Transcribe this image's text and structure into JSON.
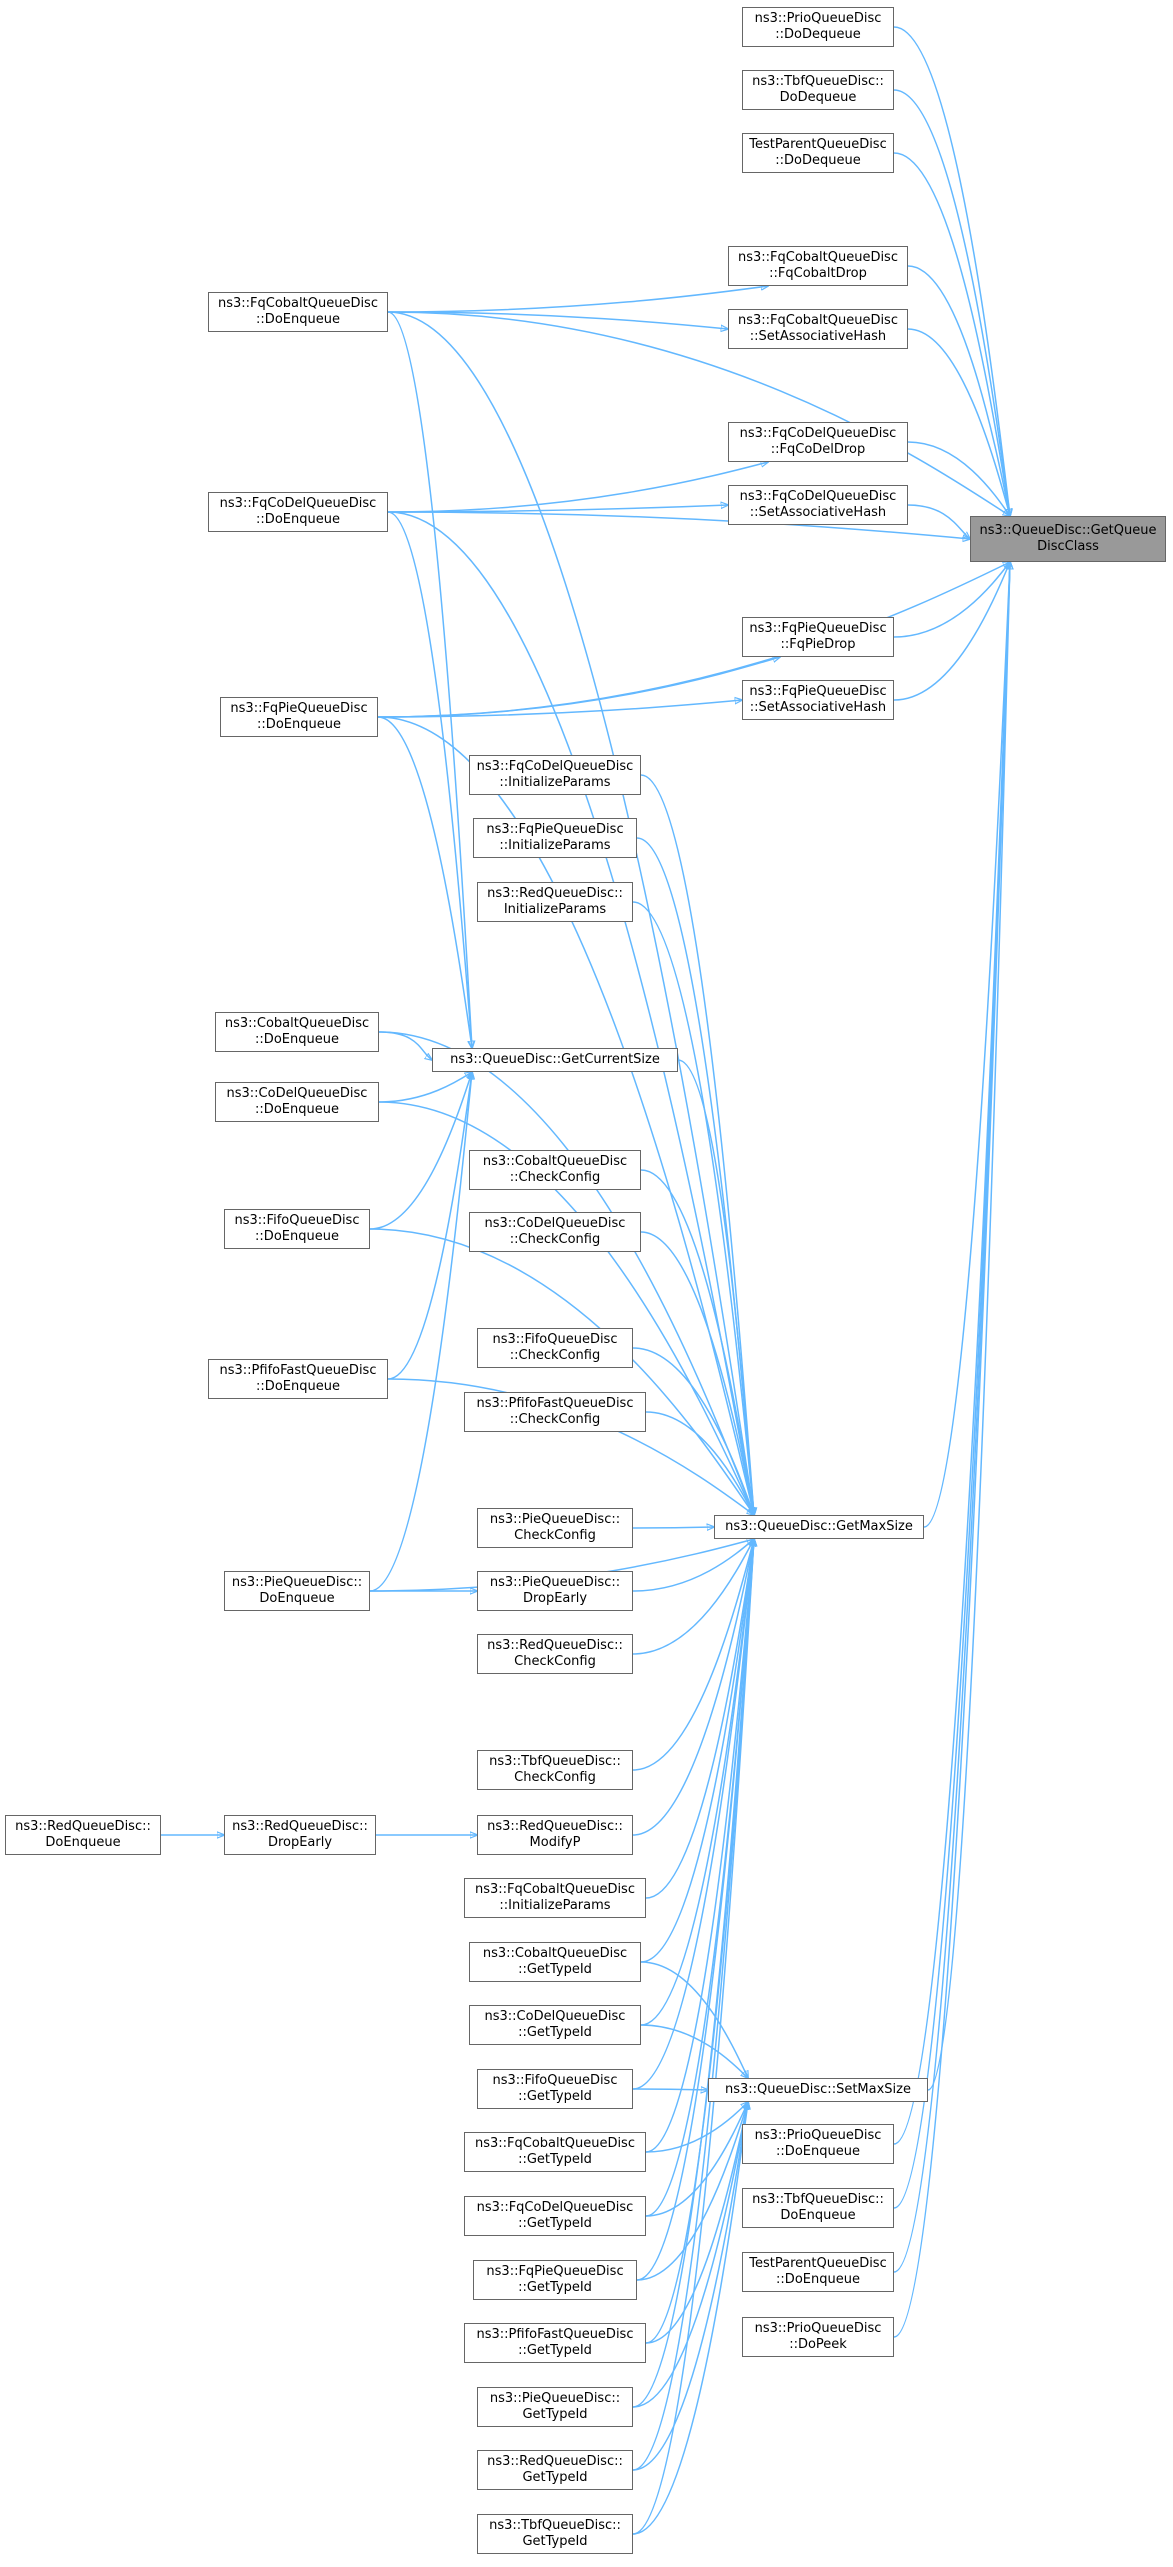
{
  "graph": {
    "edge_color": "#63b8ff",
    "node_border_color": "#666666",
    "root_fill_color": "#999999",
    "nodes": {
      "getqueuediscclass": {
        "lines": [
          "ns3::QueueDisc::GetQueue",
          "DiscClass"
        ],
        "root": true
      },
      "prio-dodequeue": {
        "lines": [
          "ns3::PrioQueueDisc",
          "::DoDequeue"
        ]
      },
      "tbf-dodequeue": {
        "lines": [
          "ns3::TbfQueueDisc::",
          "DoDequeue"
        ]
      },
      "testparent-dodequeue": {
        "lines": [
          "TestParentQueueDisc",
          "::DoDequeue"
        ]
      },
      "fqcobalt-fqcobaltdrop": {
        "lines": [
          "ns3::FqCobaltQueueDisc",
          "::FqCobaltDrop"
        ]
      },
      "fqcobalt-setassociativehash": {
        "lines": [
          "ns3::FqCobaltQueueDisc",
          "::SetAssociativeHash"
        ]
      },
      "fqcodel-fqcodeldrop": {
        "lines": [
          "ns3::FqCoDelQueueDisc",
          "::FqCoDelDrop"
        ]
      },
      "fqcodel-setassociativehash": {
        "lines": [
          "ns3::FqCoDelQueueDisc",
          "::SetAssociativeHash"
        ]
      },
      "fqpie-fqpiedrop": {
        "lines": [
          "ns3::FqPieQueueDisc",
          "::FqPieDrop"
        ]
      },
      "fqpie-setassociativehash": {
        "lines": [
          "ns3::FqPieQueueDisc",
          "::SetAssociativeHash"
        ]
      },
      "fqcobalt-doenqueue": {
        "lines": [
          "ns3::FqCobaltQueueDisc",
          "::DoEnqueue"
        ]
      },
      "fqcodel-doenqueue": {
        "lines": [
          "ns3::FqCoDelQueueDisc",
          "::DoEnqueue"
        ]
      },
      "fqpie-doenqueue": {
        "lines": [
          "ns3::FqPieQueueDisc",
          "::DoEnqueue"
        ]
      },
      "fqcodel-initializeparams": {
        "lines": [
          "ns3::FqCoDelQueueDisc",
          "::InitializeParams"
        ]
      },
      "fqpie-initializeparams": {
        "lines": [
          "ns3::FqPieQueueDisc",
          "::InitializeParams"
        ]
      },
      "red-initializeparams": {
        "lines": [
          "ns3::RedQueueDisc::",
          "InitializeParams"
        ]
      },
      "getcurrentsize": {
        "lines": [
          "ns3::QueueDisc::GetCurrentSize"
        ]
      },
      "cobalt-doenqueue": {
        "lines": [
          "ns3::CobaltQueueDisc",
          "::DoEnqueue"
        ]
      },
      "codel-doenqueue": {
        "lines": [
          "ns3::CoDelQueueDisc",
          "::DoEnqueue"
        ]
      },
      "fifo-doenqueue": {
        "lines": [
          "ns3::FifoQueueDisc",
          "::DoEnqueue"
        ]
      },
      "pfifofast-doenqueue": {
        "lines": [
          "ns3::PfifoFastQueueDisc",
          "::DoEnqueue"
        ]
      },
      "pie-doenqueue": {
        "lines": [
          "ns3::PieQueueDisc::",
          "DoEnqueue"
        ]
      },
      "cobalt-checkconfig": {
        "lines": [
          "ns3::CobaltQueueDisc",
          "::CheckConfig"
        ]
      },
      "codel-checkconfig": {
        "lines": [
          "ns3::CoDelQueueDisc",
          "::CheckConfig"
        ]
      },
      "fifo-checkconfig": {
        "lines": [
          "ns3::FifoQueueDisc",
          "::CheckConfig"
        ]
      },
      "pfifofast-checkconfig": {
        "lines": [
          "ns3::PfifoFastQueueDisc",
          "::CheckConfig"
        ]
      },
      "pie-checkconfig": {
        "lines": [
          "ns3::PieQueueDisc::",
          "CheckConfig"
        ]
      },
      "getmaxsize": {
        "lines": [
          "ns3::QueueDisc::GetMaxSize"
        ]
      },
      "pie-dropearly": {
        "lines": [
          "ns3::PieQueueDisc::",
          "DropEarly"
        ]
      },
      "red-checkconfig": {
        "lines": [
          "ns3::RedQueueDisc::",
          "CheckConfig"
        ]
      },
      "tbf-checkconfig": {
        "lines": [
          "ns3::TbfQueueDisc::",
          "CheckConfig"
        ]
      },
      "red-doenqueue": {
        "lines": [
          "ns3::RedQueueDisc::",
          "DoEnqueue"
        ]
      },
      "red-dropearly": {
        "lines": [
          "ns3::RedQueueDisc::",
          "DropEarly"
        ]
      },
      "red-modifyp": {
        "lines": [
          "ns3::RedQueueDisc::",
          "ModifyP"
        ]
      },
      "fqcobalt-initializeparams": {
        "lines": [
          "ns3::FqCobaltQueueDisc",
          "::InitializeParams"
        ]
      },
      "cobalt-gettypeid": {
        "lines": [
          "ns3::CobaltQueueDisc",
          "::GetTypeId"
        ]
      },
      "codel-gettypeid": {
        "lines": [
          "ns3::CoDelQueueDisc",
          "::GetTypeId"
        ]
      },
      "fifo-gettypeid": {
        "lines": [
          "ns3::FifoQueueDisc",
          "::GetTypeId"
        ]
      },
      "setmaxsize": {
        "lines": [
          "ns3::QueueDisc::SetMaxSize"
        ]
      },
      "fqcobalt-gettypeid": {
        "lines": [
          "ns3::FqCobaltQueueDisc",
          "::GetTypeId"
        ]
      },
      "fqcodel-gettypeid": {
        "lines": [
          "ns3::FqCoDelQueueDisc",
          "::GetTypeId"
        ]
      },
      "fqpie-gettypeid": {
        "lines": [
          "ns3::FqPieQueueDisc",
          "::GetTypeId"
        ]
      },
      "pfifofast-gettypeid": {
        "lines": [
          "ns3::PfifoFastQueueDisc",
          "::GetTypeId"
        ]
      },
      "pie-gettypeid": {
        "lines": [
          "ns3::PieQueueDisc::",
          "GetTypeId"
        ]
      },
      "red-gettypeid": {
        "lines": [
          "ns3::RedQueueDisc::",
          "GetTypeId"
        ]
      },
      "tbf-gettypeid": {
        "lines": [
          "ns3::TbfQueueDisc::",
          "GetTypeId"
        ]
      },
      "prio-doenqueue": {
        "lines": [
          "ns3::PrioQueueDisc",
          "::DoEnqueue"
        ]
      },
      "tbf-doenqueue": {
        "lines": [
          "ns3::TbfQueueDisc::",
          "DoEnqueue"
        ]
      },
      "testparent-doenqueue": {
        "lines": [
          "TestParentQueueDisc",
          "::DoEnqueue"
        ]
      },
      "prio-dopeek": {
        "lines": [
          "ns3::PrioQueueDisc",
          "::DoPeek"
        ]
      }
    },
    "edges": [
      [
        "prio-dodequeue",
        "getqueuediscclass"
      ],
      [
        "tbf-dodequeue",
        "getqueuediscclass"
      ],
      [
        "testparent-dodequeue",
        "getqueuediscclass"
      ],
      [
        "fqcobalt-fqcobaltdrop",
        "getqueuediscclass"
      ],
      [
        "fqcobalt-setassociativehash",
        "getqueuediscclass"
      ],
      [
        "fqcodel-fqcodeldrop",
        "getqueuediscclass"
      ],
      [
        "fqcodel-setassociativehash",
        "getqueuediscclass"
      ],
      [
        "fqpie-fqpiedrop",
        "getqueuediscclass"
      ],
      [
        "fqpie-setassociativehash",
        "getqueuediscclass"
      ],
      [
        "fqcobalt-doenqueue",
        "getqueuediscclass"
      ],
      [
        "fqcodel-doenqueue",
        "getqueuediscclass"
      ],
      [
        "fqpie-doenqueue",
        "getqueuediscclass"
      ],
      [
        "getmaxsize",
        "getqueuediscclass"
      ],
      [
        "setmaxsize",
        "getqueuediscclass"
      ],
      [
        "prio-doenqueue",
        "getqueuediscclass"
      ],
      [
        "tbf-doenqueue",
        "getqueuediscclass"
      ],
      [
        "testparent-doenqueue",
        "getqueuediscclass"
      ],
      [
        "prio-dopeek",
        "getqueuediscclass"
      ],
      [
        "fqcobalt-doenqueue",
        "fqcobalt-fqcobaltdrop"
      ],
      [
        "fqcobalt-doenqueue",
        "fqcobalt-setassociativehash"
      ],
      [
        "fqcodel-doenqueue",
        "fqcodel-fqcodeldrop"
      ],
      [
        "fqcodel-doenqueue",
        "fqcodel-setassociativehash"
      ],
      [
        "fqpie-doenqueue",
        "fqpie-fqpiedrop"
      ],
      [
        "fqpie-doenqueue",
        "fqpie-setassociativehash"
      ],
      [
        "fqcobalt-doenqueue",
        "getcurrentsize"
      ],
      [
        "fqcodel-doenqueue",
        "getcurrentsize"
      ],
      [
        "fqpie-doenqueue",
        "getcurrentsize"
      ],
      [
        "cobalt-doenqueue",
        "getcurrentsize"
      ],
      [
        "codel-doenqueue",
        "getcurrentsize"
      ],
      [
        "fifo-doenqueue",
        "getcurrentsize"
      ],
      [
        "pfifofast-doenqueue",
        "getcurrentsize"
      ],
      [
        "pie-doenqueue",
        "getcurrentsize"
      ],
      [
        "fqcobalt-doenqueue",
        "getmaxsize"
      ],
      [
        "fqcodel-doenqueue",
        "getmaxsize"
      ],
      [
        "fqpie-doenqueue",
        "getmaxsize"
      ],
      [
        "fqcodel-initializeparams",
        "getmaxsize"
      ],
      [
        "fqpie-initializeparams",
        "getmaxsize"
      ],
      [
        "red-initializeparams",
        "getmaxsize"
      ],
      [
        "getcurrentsize",
        "getmaxsize"
      ],
      [
        "cobalt-doenqueue",
        "getmaxsize"
      ],
      [
        "codel-doenqueue",
        "getmaxsize"
      ],
      [
        "fifo-doenqueue",
        "getmaxsize"
      ],
      [
        "pfifofast-doenqueue",
        "getmaxsize"
      ],
      [
        "pie-doenqueue",
        "getmaxsize"
      ],
      [
        "cobalt-checkconfig",
        "getmaxsize"
      ],
      [
        "codel-checkconfig",
        "getmaxsize"
      ],
      [
        "fifo-checkconfig",
        "getmaxsize"
      ],
      [
        "pfifofast-checkconfig",
        "getmaxsize"
      ],
      [
        "pie-checkconfig",
        "getmaxsize"
      ],
      [
        "pie-dropearly",
        "getmaxsize"
      ],
      [
        "red-checkconfig",
        "getmaxsize"
      ],
      [
        "tbf-checkconfig",
        "getmaxsize"
      ],
      [
        "red-modifyp",
        "getmaxsize"
      ],
      [
        "fqcobalt-initializeparams",
        "getmaxsize"
      ],
      [
        "cobalt-gettypeid",
        "getmaxsize"
      ],
      [
        "codel-gettypeid",
        "getmaxsize"
      ],
      [
        "fifo-gettypeid",
        "getmaxsize"
      ],
      [
        "fqcobalt-gettypeid",
        "getmaxsize"
      ],
      [
        "fqcodel-gettypeid",
        "getmaxsize"
      ],
      [
        "fqpie-gettypeid",
        "getmaxsize"
      ],
      [
        "pfifofast-gettypeid",
        "getmaxsize"
      ],
      [
        "pie-gettypeid",
        "getmaxsize"
      ],
      [
        "red-gettypeid",
        "getmaxsize"
      ],
      [
        "tbf-gettypeid",
        "getmaxsize"
      ],
      [
        "pie-doenqueue",
        "pie-dropearly"
      ],
      [
        "red-doenqueue",
        "red-dropearly"
      ],
      [
        "red-dropearly",
        "red-modifyp"
      ],
      [
        "cobalt-gettypeid",
        "setmaxsize"
      ],
      [
        "codel-gettypeid",
        "setmaxsize"
      ],
      [
        "fifo-gettypeid",
        "setmaxsize"
      ],
      [
        "fqcobalt-gettypeid",
        "setmaxsize"
      ],
      [
        "fqcodel-gettypeid",
        "setmaxsize"
      ],
      [
        "fqpie-gettypeid",
        "setmaxsize"
      ],
      [
        "pfifofast-gettypeid",
        "setmaxsize"
      ],
      [
        "pie-gettypeid",
        "setmaxsize"
      ],
      [
        "red-gettypeid",
        "setmaxsize"
      ],
      [
        "tbf-gettypeid",
        "setmaxsize"
      ]
    ]
  }
}
